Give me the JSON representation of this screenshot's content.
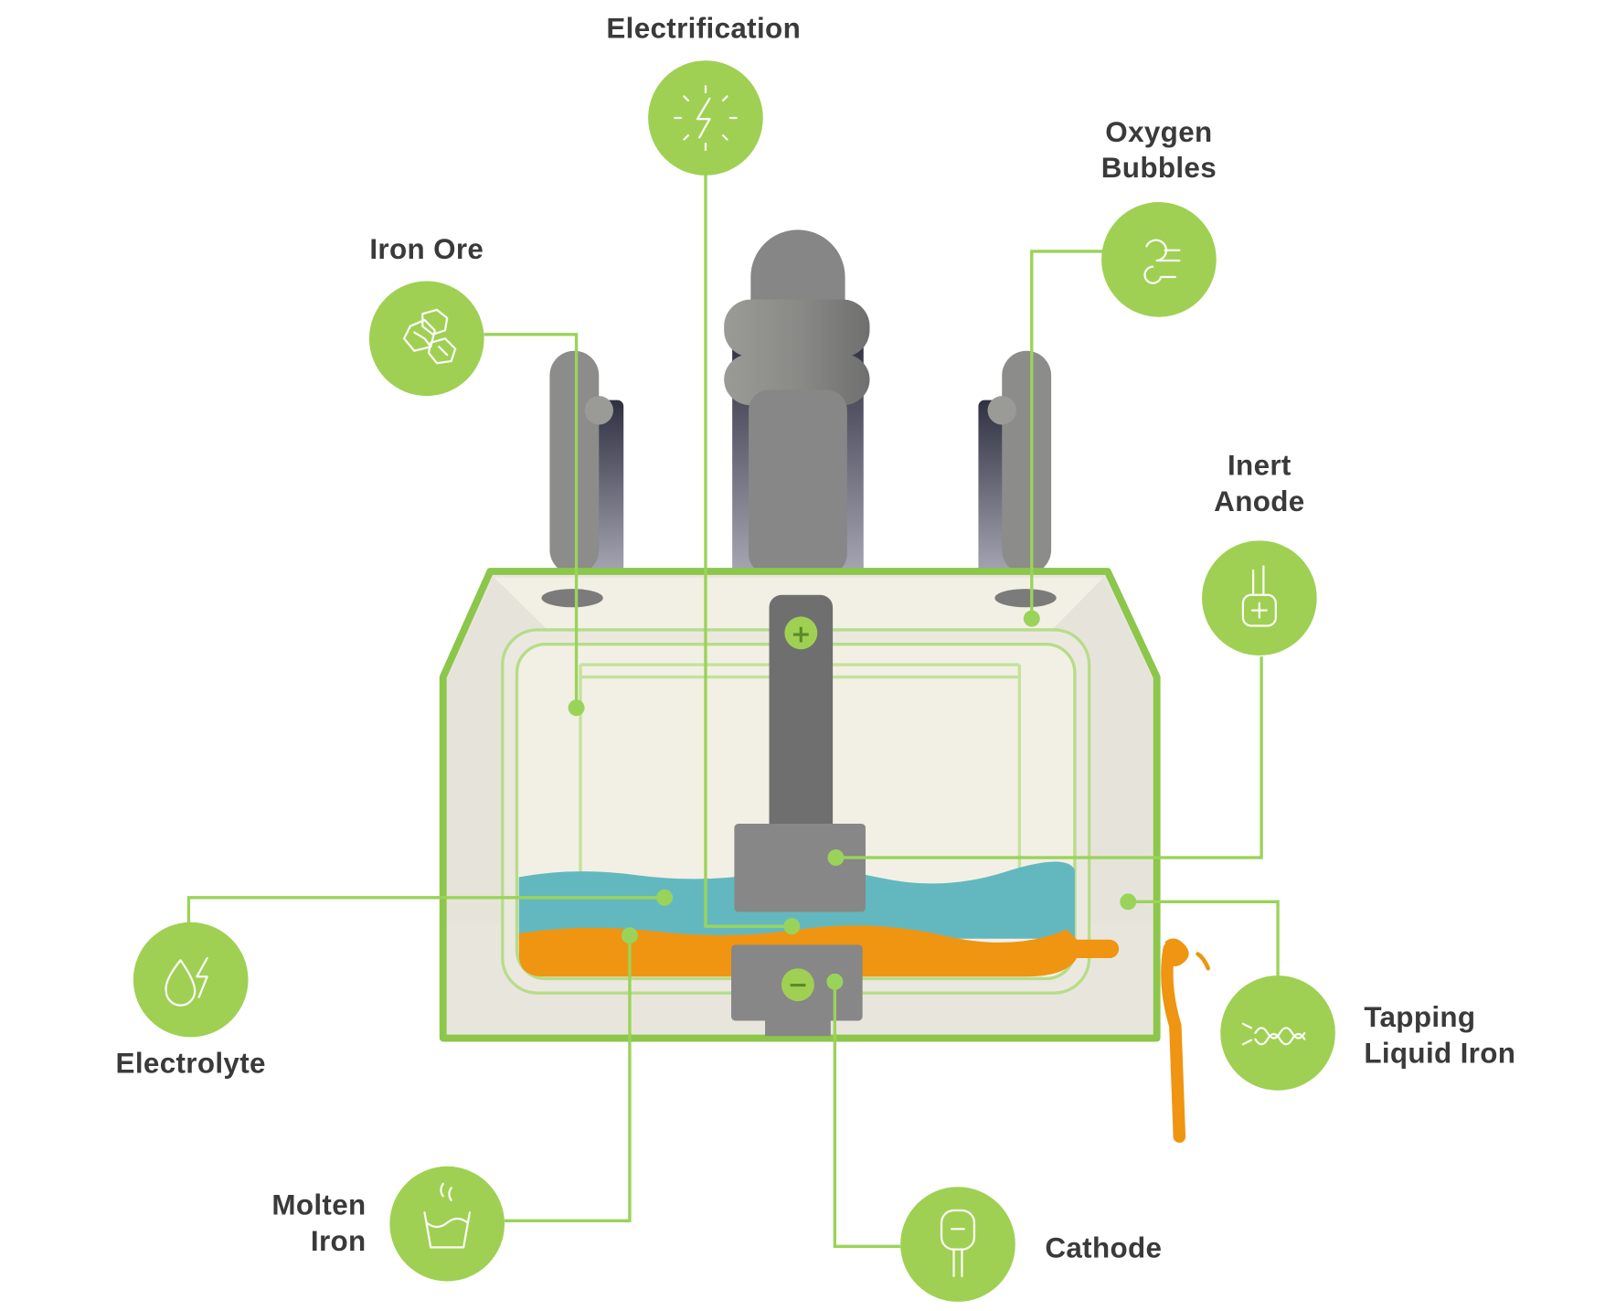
{
  "diagram": {
    "subject": "Molten oxide electrolysis cell",
    "colors": {
      "accent_green": "#9fd053",
      "leader_green": "#9ad35a",
      "electrolyte_blue": "#63b8c0",
      "molten_iron_orange": "#ef9512",
      "cell_cream": "#f2f0e4",
      "electrode_gray": "#6f6f6f",
      "label_text": "#3a3a3a"
    },
    "labels": {
      "electrification": "Electrification",
      "oxygen_bubbles_1": "Oxygen",
      "oxygen_bubbles_2": "Bubbles",
      "iron_ore": "Iron Ore",
      "inert_anode_1": "Inert",
      "inert_anode_2": "Anode",
      "electrolyte": "Electrolyte",
      "tapping_1": "Tapping",
      "tapping_2": "Liquid Iron",
      "molten_iron_1": "Molten",
      "molten_iron_2": "Iron",
      "cathode": "Cathode"
    },
    "terminals": {
      "anode_symbol": "+",
      "cathode_symbol": "−"
    },
    "callouts": [
      {
        "id": "electrification",
        "icon": "lightning-burst-icon"
      },
      {
        "id": "oxygen_bubbles",
        "icon": "wind-bubbles-icon"
      },
      {
        "id": "iron_ore",
        "icon": "ore-rocks-icon"
      },
      {
        "id": "inert_anode",
        "icon": "anode-plus-icon"
      },
      {
        "id": "electrolyte",
        "icon": "drop-lightning-icon"
      },
      {
        "id": "tapping_liquid_iron",
        "icon": "liquid-flow-icon"
      },
      {
        "id": "molten_iron",
        "icon": "steaming-cup-icon"
      },
      {
        "id": "cathode",
        "icon": "cathode-minus-icon"
      }
    ]
  }
}
